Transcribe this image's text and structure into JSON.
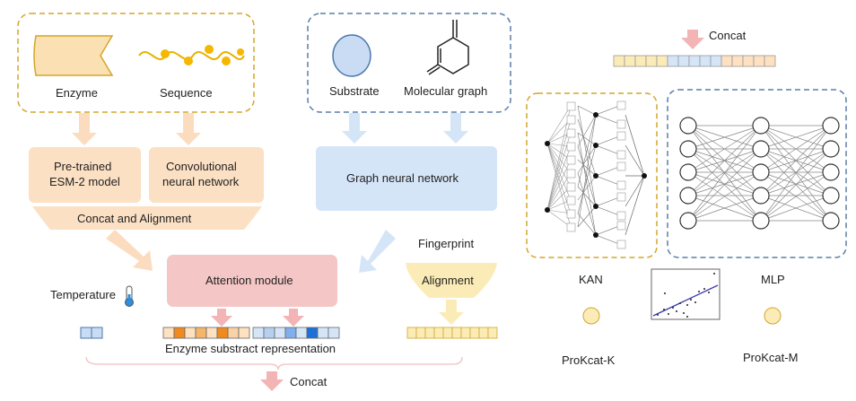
{
  "enzyme_panel": {
    "enzyme_label": "Enzyme",
    "sequence_label": "Sequence",
    "esm_label_line1": "Pre-trained",
    "esm_label_line2": "ESM-2 model",
    "cnn_label_line1": "Convolutional",
    "cnn_label_line2": "neural network",
    "concat_alignment_label": "Concat and Alignment"
  },
  "substrate_panel": {
    "substrate_label": "Substrate",
    "molgraph_label": "Molecular graph",
    "gnn_label": "Graph neural network",
    "fingerprint_label": "Fingerprint",
    "alignment_label": "Alignment"
  },
  "center": {
    "temperature_label": "Temperature",
    "attention_label": "Attention module",
    "representation_label": "Enzyme substract representation",
    "bottom_concat_label": "Concat"
  },
  "right_panel": {
    "top_concat_label": "Concat",
    "kan_label": "KAN",
    "mlp_label": "MLP",
    "prokcat_k_label": "ProKcat-K",
    "prokcat_m_label": "ProKcat-M"
  },
  "colors": {
    "enzyme_border": "#d4a52a",
    "substrate_border": "#5b7fa8",
    "peach": "#fce0c4",
    "light_blue": "#d5e5f8",
    "attention": "#f5c6c6",
    "yellow": "#fbecb7",
    "orange_dark": "#f08a1e",
    "blue_dark": "#1f6fd8"
  }
}
